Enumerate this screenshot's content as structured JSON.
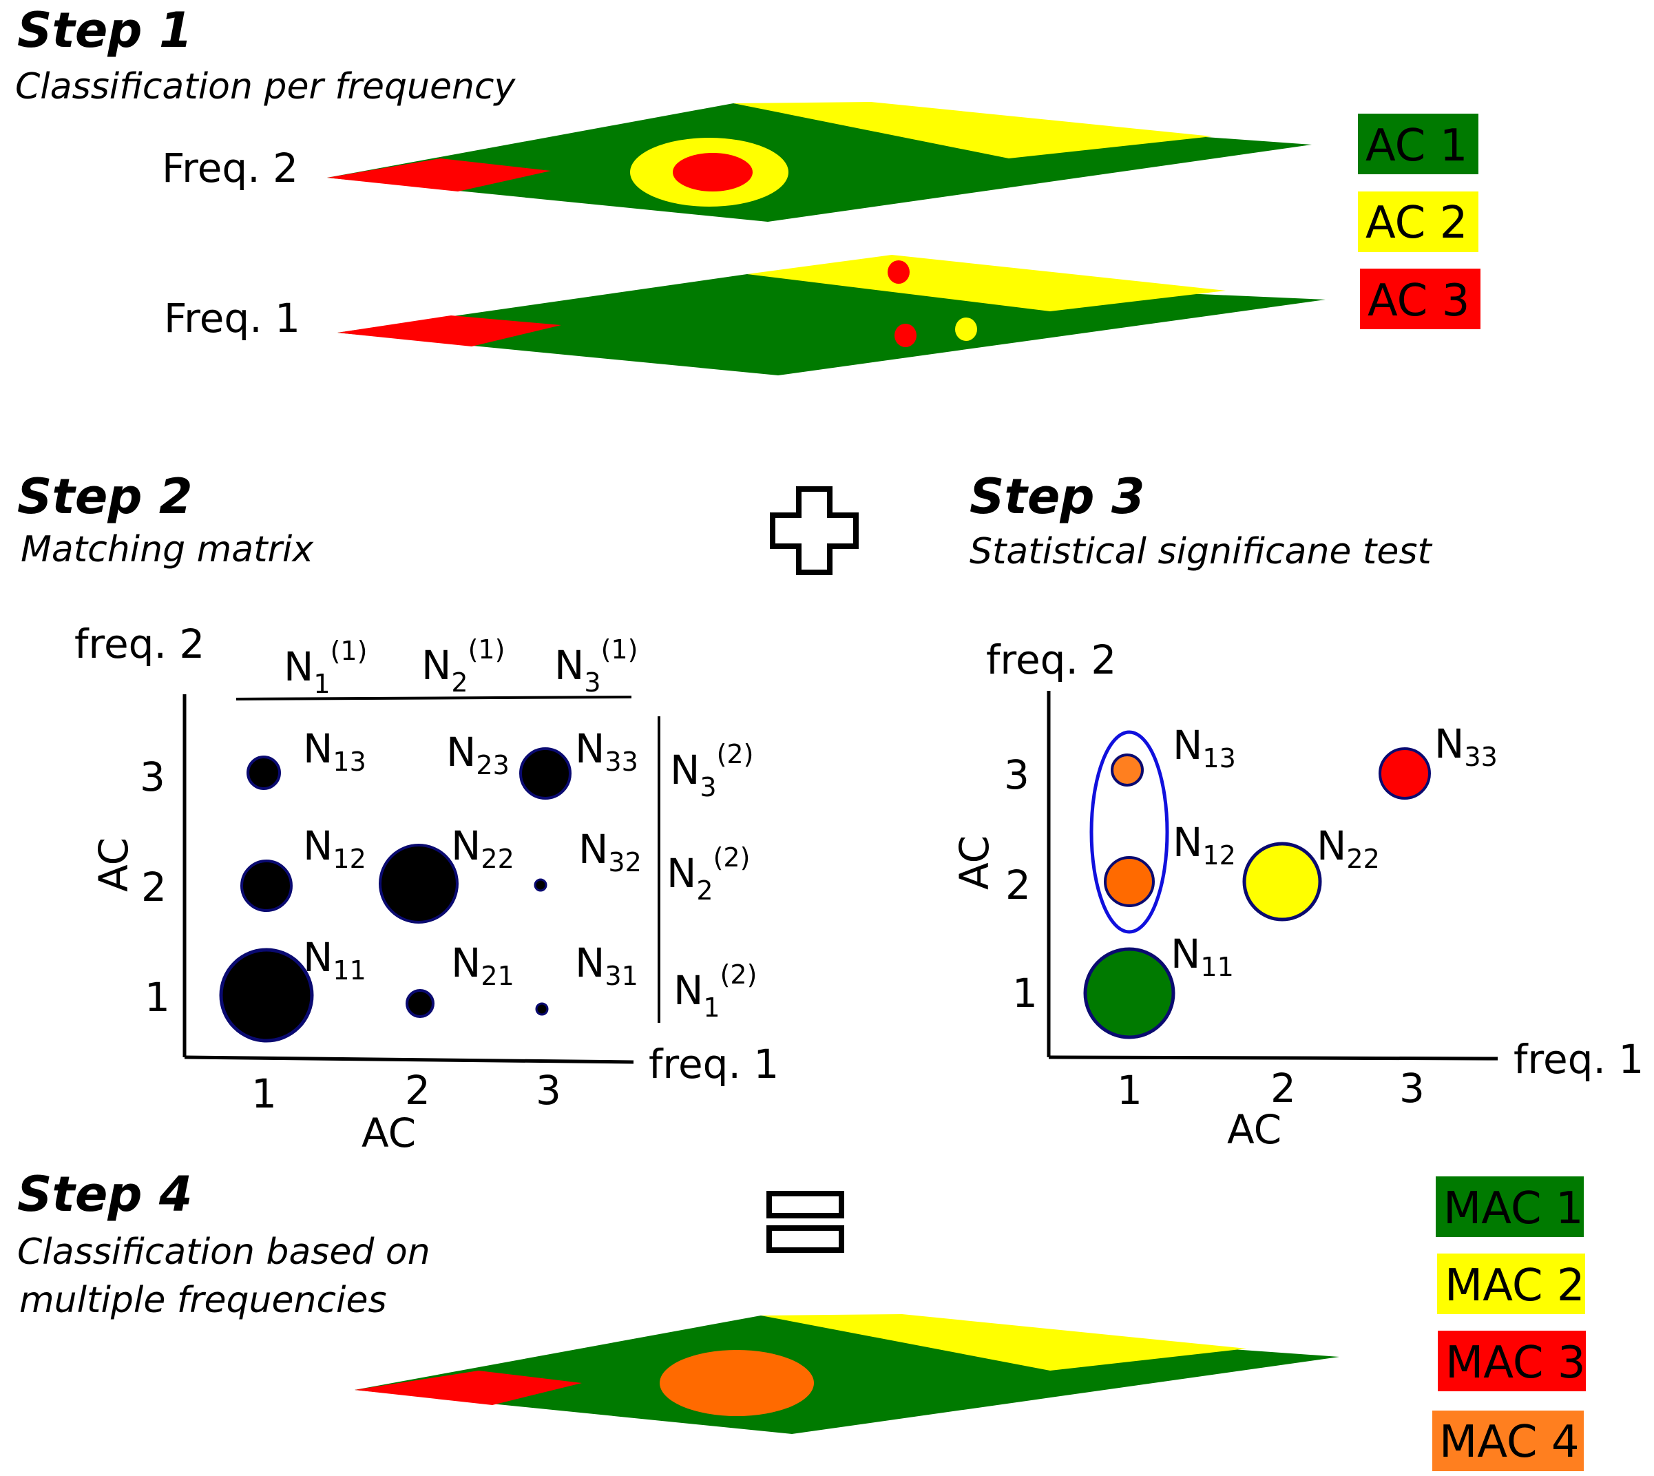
{
  "colors": {
    "green": "#007a00",
    "yellow": "#ffff00",
    "red": "#ff0000",
    "orange": "#ff6a00",
    "orange_light": "#ff7f1f",
    "navy": "#0a0a70",
    "blue": "#1010dd",
    "black": "#000000"
  },
  "step1": {
    "title": "Step 1",
    "subtitle": "Classification per frequency",
    "freq2_label": "Freq. 2",
    "freq1_label": "Freq. 1",
    "legend": [
      "AC 1",
      "AC 2",
      "AC 3"
    ]
  },
  "plus_icon": "plus-icon",
  "step2": {
    "title": "Step 2",
    "subtitle": "Matching matrix",
    "y_axis_label": "freq. 2",
    "x_axis_label": "freq. 1",
    "ac_label_y": "AC",
    "ac_label_x": "AC",
    "x_ticks": [
      "1",
      "2",
      "3"
    ],
    "y_ticks": [
      "1",
      "2",
      "3"
    ],
    "col_totals": [
      {
        "base": "N",
        "sub": "1",
        "sup": "(1)"
      },
      {
        "base": "N",
        "sub": "2",
        "sup": "(1)"
      },
      {
        "base": "N",
        "sub": "3",
        "sup": "(1)"
      }
    ],
    "row_totals": [
      {
        "base": "N",
        "sub": "3",
        "sup": "(2)"
      },
      {
        "base": "N",
        "sub": "2",
        "sup": "(2)"
      },
      {
        "base": "N",
        "sub": "1",
        "sup": "(2)"
      }
    ],
    "cells": [
      {
        "label_base": "N",
        "label_sub": "13"
      },
      {
        "label_base": "N",
        "label_sub": "23"
      },
      {
        "label_base": "N",
        "label_sub": "33"
      },
      {
        "label_base": "N",
        "label_sub": "12"
      },
      {
        "label_base": "N",
        "label_sub": "22"
      },
      {
        "label_base": "N",
        "label_sub": "32"
      },
      {
        "label_base": "N",
        "label_sub": "11"
      },
      {
        "label_base": "N",
        "label_sub": "21"
      },
      {
        "label_base": "N",
        "label_sub": "31"
      }
    ]
  },
  "step3": {
    "title": "Step 3",
    "subtitle": "Statistical significane test",
    "y_axis_label": "freq. 2",
    "x_axis_label": "freq. 1",
    "ac_label_y": "AC",
    "ac_label_x": "AC",
    "x_ticks": [
      "1",
      "2",
      "3"
    ],
    "y_ticks": [
      "1",
      "2",
      "3"
    ],
    "cells": [
      {
        "label_base": "N",
        "label_sub": "13"
      },
      {
        "label_base": "N",
        "label_sub": "12"
      },
      {
        "label_base": "N",
        "label_sub": "11"
      },
      {
        "label_base": "N",
        "label_sub": "22"
      },
      {
        "label_base": "N",
        "label_sub": "33"
      }
    ]
  },
  "equals_icon": "equals-icon",
  "step4": {
    "title": "Step 4",
    "subtitle_line1": "Classification based on",
    "subtitle_line2": "multiple frequencies",
    "legend": [
      "MAC 1",
      "MAC 2",
      "MAC 3",
      "MAC 4"
    ]
  }
}
